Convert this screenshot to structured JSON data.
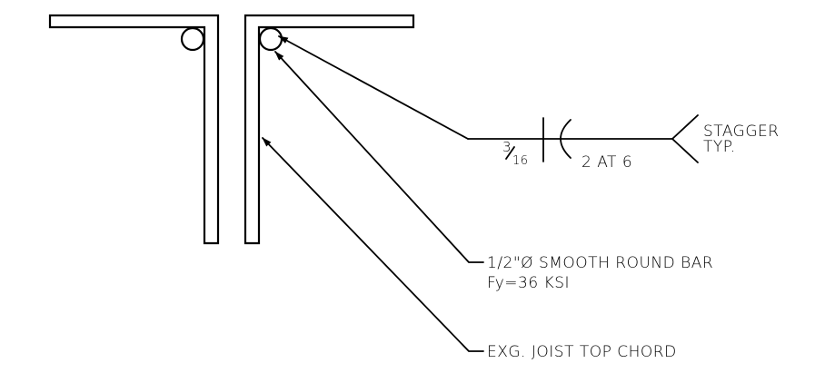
{
  "weld": {
    "size_numerator": "3",
    "size_denominator": "16",
    "length_pitch": "2 AT 6",
    "tail_note_line1": "STAGGER",
    "tail_note_line2": "TYP."
  },
  "callouts": {
    "round_bar_line1": "1/2\"Ø SMOOTH ROUND BAR",
    "round_bar_line2": "Fy=36 KSI",
    "joist_chord": "EXG. JOIST TOP CHORD"
  }
}
